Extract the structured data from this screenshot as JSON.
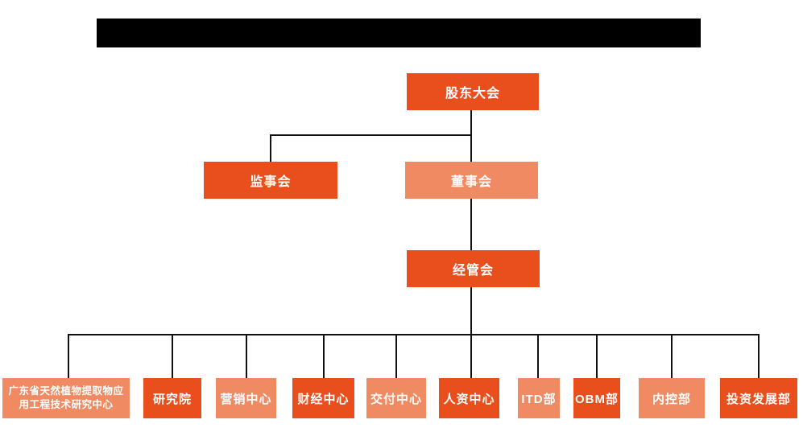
{
  "page": {
    "background": "#ffffff",
    "title_bar": {
      "redacted": true,
      "color": "#000000"
    }
  },
  "colors": {
    "node_dark": "#E94F1C",
    "node_light": "#EF8A63",
    "connector": "#111111",
    "node_text": "#ffffff"
  },
  "chart_data": {
    "type": "org-chart",
    "title": "",
    "nodes": [
      {
        "id": "shareholders",
        "label": "股东大会",
        "level": 1,
        "variant": "dark",
        "parent": null
      },
      {
        "id": "supervisory-board",
        "label": "监事会",
        "level": 2,
        "variant": "dark",
        "parent": "shareholders"
      },
      {
        "id": "board-of-directors",
        "label": "董事会",
        "level": 2,
        "variant": "light",
        "parent": "shareholders"
      },
      {
        "id": "management-committee",
        "label": "经管会",
        "level": 3,
        "variant": "dark",
        "parent": "board-of-directors"
      },
      {
        "id": "guangdong-research-center",
        "label": "广东省天然植物提取物应用工程技术研究中心",
        "level": 4,
        "variant": "light",
        "parent": "management-committee"
      },
      {
        "id": "research-institute",
        "label": "研究院",
        "level": 4,
        "variant": "dark",
        "parent": "management-committee"
      },
      {
        "id": "marketing-center",
        "label": "营销中心",
        "level": 4,
        "variant": "light",
        "parent": "management-committee"
      },
      {
        "id": "finance-center",
        "label": "财经中心",
        "level": 4,
        "variant": "dark",
        "parent": "management-committee"
      },
      {
        "id": "delivery-center",
        "label": "交付中心",
        "level": 4,
        "variant": "light",
        "parent": "management-committee"
      },
      {
        "id": "hr-center",
        "label": "人资中心",
        "level": 4,
        "variant": "dark",
        "parent": "management-committee"
      },
      {
        "id": "itd-dept",
        "label": "ITD部",
        "level": 4,
        "variant": "light",
        "parent": "management-committee"
      },
      {
        "id": "obm-dept",
        "label": "OBM部",
        "level": 4,
        "variant": "dark",
        "parent": "management-committee"
      },
      {
        "id": "internal-control-dept",
        "label": "内控部",
        "level": 4,
        "variant": "light",
        "parent": "management-committee"
      },
      {
        "id": "investment-development-dept",
        "label": "投资发展部",
        "level": 4,
        "variant": "dark",
        "parent": "management-committee"
      }
    ]
  }
}
